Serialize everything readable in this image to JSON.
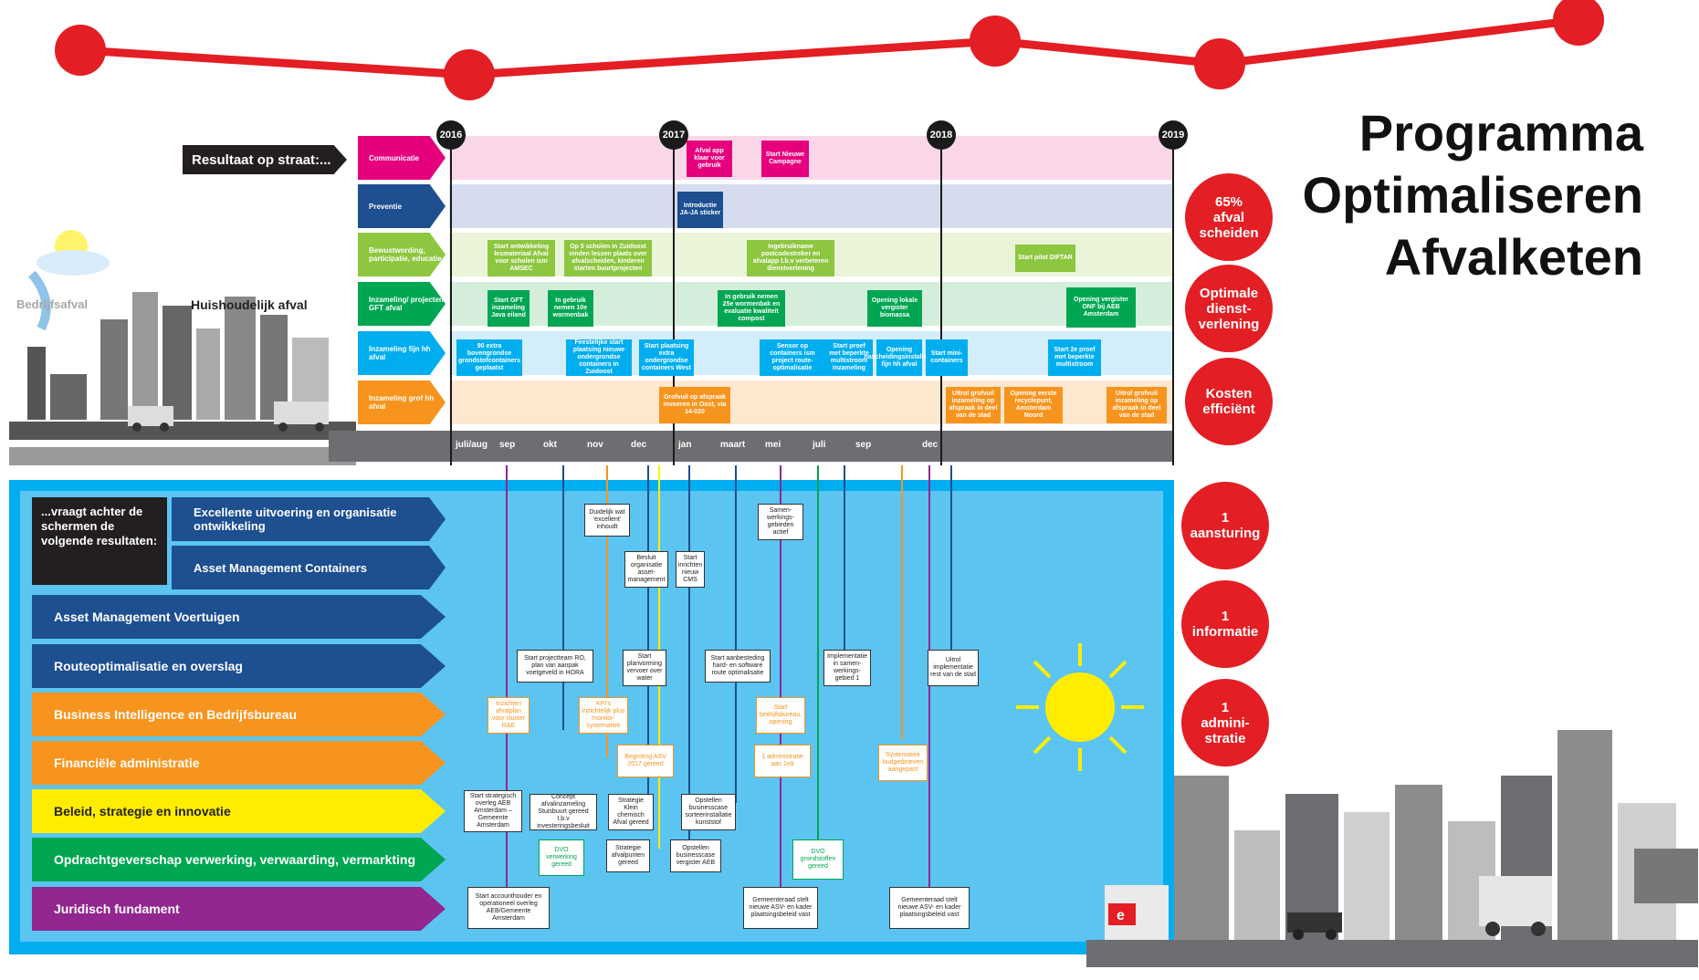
{
  "title": [
    "Programma",
    "Optimaliseren",
    "Afvalketen"
  ],
  "street_label": "Resultaat op straat:...",
  "vraagt_label": "...vraagt achter de schermen de volgende resultaten:",
  "side_labels": {
    "bedrijfsafval": "Bedrijfsafval",
    "huishoudelijk": "Huishoudelijk afval"
  },
  "goals_top": [
    {
      "text": [
        "65%",
        "afval",
        "scheiden"
      ]
    },
    {
      "text": [
        "Optimale",
        "dienst-",
        "verlening"
      ]
    },
    {
      "text": [
        "Kosten",
        "efficiënt"
      ]
    }
  ],
  "goals_bottom": [
    {
      "text": [
        "1",
        "aansturing"
      ]
    },
    {
      "text": [
        "1",
        "informatie"
      ]
    },
    {
      "text": [
        "1",
        "admini-",
        "stratie"
      ]
    }
  ],
  "years": [
    "2016",
    "2017",
    "2018",
    "2019"
  ],
  "months": [
    "juli/aug",
    "sep",
    "okt",
    "nov",
    "dec",
    "jan",
    "maart",
    "mei",
    "juli",
    "sep",
    "dec"
  ],
  "categories": [
    {
      "label": "Communicatie",
      "color": "#e6007e",
      "band": "#f9d6e8"
    },
    {
      "label": "Preventie",
      "color": "#1d4f91",
      "band": "#d4dcee"
    },
    {
      "label": "Bewustwording, participatie, educatie",
      "color": "#8dc63f",
      "band": "#e9f4d8"
    },
    {
      "label": "Inzameling/ projecten GFT afval",
      "color": "#00a651",
      "band": "#d5eedc"
    },
    {
      "label": "Inzameling fijn hh afval",
      "color": "#00aeef",
      "band": "#d3eefa"
    },
    {
      "label": "Inzameling grof hh afval",
      "color": "#f7941d",
      "band": "#fde7cf"
    }
  ],
  "street_boxes": [
    {
      "text": "Afval app klaar voor gebruik",
      "color": "#e6007e"
    },
    {
      "text": "Start Nieuwe Campagne",
      "color": "#e6007e"
    },
    {
      "text": "Introductie JA-JA sticker",
      "color": "#1d4f91"
    },
    {
      "text": "Start ontwikkeling lesmateriaal Afval voor scholen ism AMSEC",
      "color": "#8dc63f"
    },
    {
      "text": "Op 5 scholen in Zuidoost vinden lessen plaats over afvalscheiden, kinderen starten buurtprojecten",
      "color": "#8dc63f"
    },
    {
      "text": "Ingebruikname postcodestreker en afvalapp t.b.v verbeteren dienstverlening",
      "color": "#8dc63f"
    },
    {
      "text": "Start pilot DIFTAR",
      "color": "#8dc63f"
    },
    {
      "text": "Start GFT inzameling Java eiland",
      "color": "#00a651"
    },
    {
      "text": "In gebruik nemen 10e wormenbak",
      "color": "#00a651"
    },
    {
      "text": "In gebruik nemen 25e wormenbak en evaluatie kwaliteit compost",
      "color": "#00a651"
    },
    {
      "text": "Opening lokale vergister biomassa",
      "color": "#00a651"
    },
    {
      "text": "Opening vergister ONF bij AEB Amsterdam",
      "color": "#00a651"
    },
    {
      "text": "90 extra bovengrondse grondstofcontainers geplaatst",
      "color": "#00aeef"
    },
    {
      "text": "Feestelijke start plaatsing nieuwe ondergrondse containers in Zuidoost",
      "color": "#00aeef"
    },
    {
      "text": "Start plaatsing extra ondergrondse containers West",
      "color": "#00aeef"
    },
    {
      "text": "Sensor op containers ism project route-optimalisatie",
      "color": "#00aeef"
    },
    {
      "text": "Start proef met beperkte multistroom inzameling",
      "color": "#00aeef"
    },
    {
      "text": "Opening nascheidingsinstallatie fijn hh afval",
      "color": "#00aeef"
    },
    {
      "text": "Start mini-containers",
      "color": "#00aeef"
    },
    {
      "text": "Start 2e proef met beperkte multistroom",
      "color": "#00aeef"
    },
    {
      "text": "Grofvuil op afspraak invoeren in Oost, via 14-020",
      "color": "#f7941d"
    },
    {
      "text": "Uitrol grofvuil inzameling op afspraak in deel van de stad",
      "color": "#f7941d"
    },
    {
      "text": "Opening eerste recyclepunt, Amsterdam Noord",
      "color": "#f7941d"
    },
    {
      "text": "Uitrol grofvuil inzameling op afspraak in deel van de stad",
      "color": "#f7941d"
    }
  ],
  "workstreams": [
    {
      "label": "Excellente uitvoering en organisatie ontwikkeling",
      "color": "#1d4f91"
    },
    {
      "label": "Asset Management Containers",
      "color": "#1d4f91"
    },
    {
      "label": "Asset Management Voertuigen",
      "color": "#1d4f91"
    },
    {
      "label": "Routeoptimalisatie en overslag",
      "color": "#1d4f91"
    },
    {
      "label": "Business Intelligence en Bedrijfsbureau",
      "color": "#f7941d"
    },
    {
      "label": "Financiële administratie",
      "color": "#f7941d"
    },
    {
      "label": "Beleid, strategie en innovatie",
      "color": "#ffed00"
    },
    {
      "label": "Opdrachtgeverschap verwerking, verwaarding, vermarkting",
      "color": "#00a651"
    },
    {
      "label": "Juridisch fundament",
      "color": "#92278f"
    }
  ],
  "back_boxes": [
    "Duidelijk wat 'excellent' inhoudt",
    "Samen-werkings-gebieden actief",
    "Besluit organisatie asset-management",
    "Start inrichten nieuw CMS",
    "Start projectteam RO, plan van aanpak voetgeveld in HORA",
    "Start planvorming vervoer over water",
    "Start aanbesteding hard- en software route optimalisatie",
    "Implementatie in samen-werkings-gebied 1",
    "Uitrol implementatie rest van de stad",
    "Inzichten afvalplan voor cluster R&E",
    "KPI's inzichtelijk plus monitor-systematiek",
    "Start bedrijfsbureau, opening",
    "Begroting ASV 2017 gereed",
    "1 administratie aan 1e8",
    "Systematiek budgetbrieven aangepast",
    "Start strategisch overleg AEB Amsterdam – Gemeente Amsterdam",
    "Concept afvalinzameling Stuisbuurt gereed t.b.v investeringsbesluit",
    "Strategie Klein chemisch Afval gereed",
    "Opstellen businesscase sorteerinstallatie kunststof",
    "DVO verwerking gereed",
    "Strategie afvalpunten gereed",
    "Opstellen businesscase vergister AEB",
    "DVO grondstoffen gereed",
    "Start accounthouder en operationeel overleg AEB/Gemeente Amsterdam",
    "Gemeenteraad stelt nieuwe ASV- en kader plaatsingsbeleid vast",
    "Gemeenteraad stelt nieuwe ASV- en kader plaatsingsbeleid vast"
  ],
  "truck_text": "e"
}
